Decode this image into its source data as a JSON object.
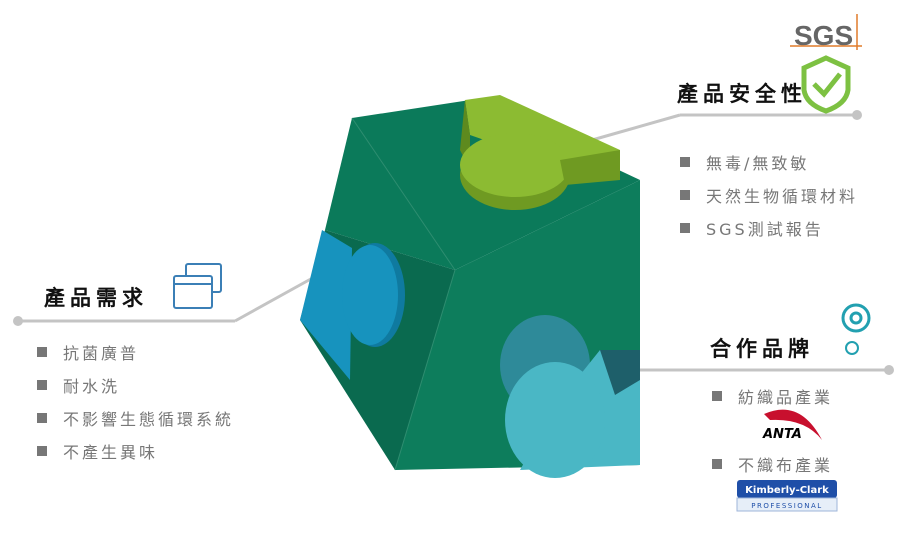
{
  "safety": {
    "title": "產品安全性",
    "items": [
      "無毒/無致敏",
      "天然生物循環材料",
      "SGS測試報告"
    ],
    "logo_text": "SGS"
  },
  "demand": {
    "title": "產品需求",
    "items": [
      "抗菌廣普",
      "耐水洗",
      "不影響生態循環系統",
      "不產生異味"
    ]
  },
  "partners": {
    "title": "合作品牌",
    "items": [
      "紡織品產業",
      "不織布產業"
    ],
    "logos": [
      "ANTA",
      "Kimberly-Clark",
      "PROFESSIONAL"
    ]
  },
  "colors": {
    "cube": "#0a7456",
    "green": "#8cbb32",
    "blue": "#1793be",
    "teal": "#4ab7c5",
    "line": "#bfbfbf"
  }
}
